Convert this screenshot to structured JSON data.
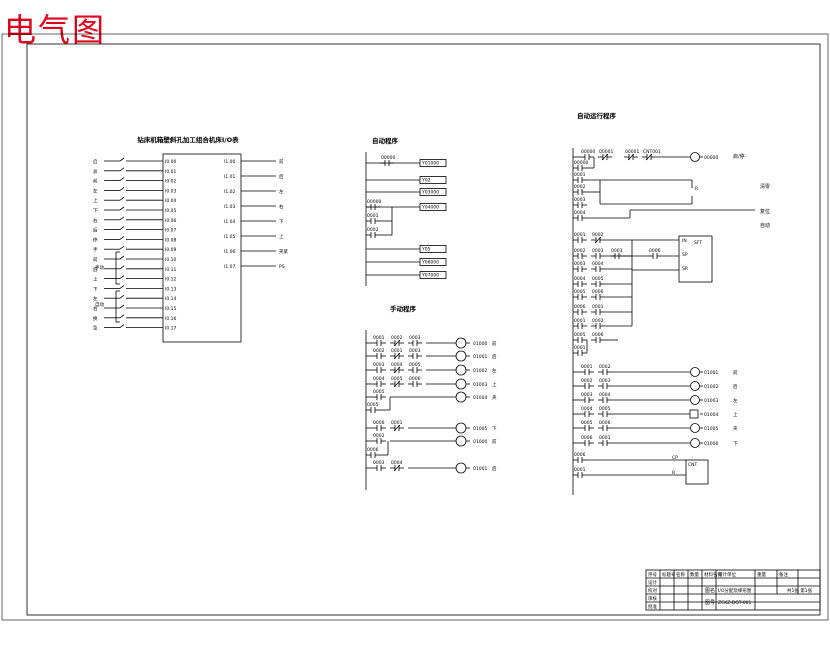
{
  "title": "电气图",
  "io_table": {
    "caption": "钻床机箱壁斜孔加工组合机床I/O表",
    "inputs": [
      {
        "label": "启",
        "addr": "I0.00"
      },
      {
        "label": "总",
        "addr": "I0.01"
      },
      {
        "label": "前",
        "addr": "I0.02"
      },
      {
        "label": "左",
        "addr": "I0.03"
      },
      {
        "label": "上",
        "addr": "I0.04"
      },
      {
        "label": "下",
        "addr": "I0.05"
      },
      {
        "label": "右",
        "addr": "I0.06"
      },
      {
        "label": "后",
        "addr": "I0.07"
      },
      {
        "label": "停",
        "addr": "I0.08"
      },
      {
        "label": "手",
        "addr": "I0.09"
      },
      {
        "label": "前",
        "addr": "I0.10"
      },
      {
        "label": "后",
        "addr": "I0.11"
      },
      {
        "label": "上",
        "addr": "I0.12"
      },
      {
        "label": "下",
        "addr": "I0.13"
      },
      {
        "label": "左",
        "addr": "I0.14"
      },
      {
        "label": "右",
        "addr": "I0.15"
      },
      {
        "label": "换",
        "addr": "I0.16"
      },
      {
        "label": "急",
        "addr": "I0.17"
      }
    ],
    "outputs": [
      {
        "addr": "I1.00",
        "label": "前"
      },
      {
        "addr": "I1.01",
        "label": "后"
      },
      {
        "addr": "I1.02",
        "label": "左"
      },
      {
        "addr": "I1.03",
        "label": "右"
      },
      {
        "addr": "I1.04",
        "label": "下"
      },
      {
        "addr": "I1.05",
        "label": "上"
      },
      {
        "addr": "I1.06",
        "label": "夹紧"
      },
      {
        "addr": "I1.07",
        "label": "PS"
      }
    ],
    "group_labels": [
      "手动",
      "自动"
    ]
  },
  "sections": {
    "auto_title": "自动程序",
    "manual_title": "手动程序",
    "sequence_title": "自动运行程序"
  },
  "auto_ladder": {
    "contacts": [
      "00000",
      "0001",
      "0002"
    ],
    "coils": [
      "Y01000",
      "Y02",
      "Y03000",
      "Y04000",
      "Y05",
      "Y06000",
      "Y07000"
    ]
  },
  "manual_ladder": {
    "contacts": [
      "0001",
      "0002",
      "0003",
      "0004",
      "0005",
      "0006"
    ],
    "outputs": [
      "01000",
      "01001",
      "01002",
      "01003",
      "01004",
      "01005"
    ],
    "output_labels": [
      "前",
      "后",
      "左",
      "上",
      "夹",
      "下"
    ]
  },
  "sequence_ladder": {
    "top_contacts": [
      "00000",
      "00001",
      "CNT001"
    ],
    "top_out": "00000",
    "top_out_label": "启/停",
    "side_labels": [
      "清零",
      "复位",
      "自动"
    ],
    "shift_labels": [
      "IN",
      "SP",
      "SR",
      "SFT"
    ],
    "outputs": [
      "01001",
      "01002",
      "01003",
      "01004",
      "01005",
      "01006"
    ],
    "output_labels": [
      "前",
      "后",
      "左",
      "上",
      "夹",
      "下"
    ],
    "counter_labels": [
      "CP",
      "R",
      "CNT"
    ],
    "contact_labels": [
      "0001",
      "0002",
      "0003",
      "0004",
      "0005",
      "0006"
    ]
  },
  "title_block": {
    "header_cells": [
      "序号",
      "标题号",
      "名称",
      "数量",
      "材料名称",
      "设计单位",
      "重量",
      "备注"
    ],
    "row_labels": [
      "设计",
      "校对",
      "审核",
      "批准"
    ],
    "drawing_name_label": "图名",
    "drawing_name": "I/O分配及梯形图",
    "drawing_no_label": "图号",
    "drawing_no": "ZCKZ-DQT-001",
    "sheet": "共1张 第1张"
  }
}
